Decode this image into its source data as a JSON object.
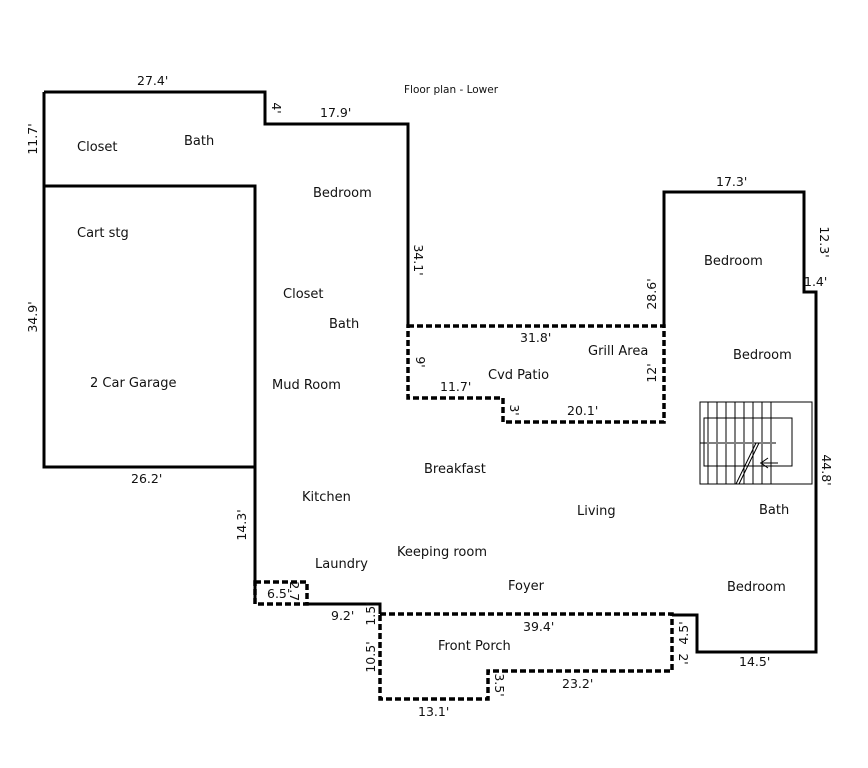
{
  "title": "Floor plan - Lower",
  "rooms": {
    "closet_1": "Closet",
    "bath_1": "Bath",
    "bedroom_1": "Bedroom",
    "cart_stg": "Cart stg",
    "closet_2": "Closet",
    "bath_2": "Bath",
    "garage": "2 Car Garage",
    "mud_room": "Mud Room",
    "cvd_patio": "Cvd Patio",
    "grill_area": "Grill Area",
    "bedroom_2": "Bedroom",
    "bedroom_3": "Bedroom",
    "breakfast": "Breakfast",
    "kitchen": "Kitchen",
    "living": "Living",
    "bath_3": "Bath",
    "laundry": "Laundry",
    "keeping_room": "Keeping room",
    "foyer": "Foyer",
    "bedroom_4": "Bedroom",
    "front_porch": "Front Porch"
  },
  "dimensions": {
    "top_left": "27.4'",
    "left_top": "11.7'",
    "step_4": "4'",
    "top_mid": "17.9'",
    "garage_side": "34.9'",
    "mid_vertical": "34.1'",
    "garage_bottom": "26.2'",
    "right_top": "17.3'",
    "right_side_top": "12.3'",
    "right_step": "1.4'",
    "right_inner": "28.6'",
    "patio_top": "31.8'",
    "patio_left": "9'",
    "patio_bottom_left": "11.7'",
    "patio_right": "12'",
    "patio_step": "3'",
    "patio_bottom": "20.1'",
    "right_side": "44.8'",
    "left_lower": "14.3'",
    "small_w": "6.5'",
    "small_h": "2.7'",
    "foyer_left": "9.2'",
    "porch_step": "1.5'",
    "porch_top": "39.4'",
    "right_bottom_step": "4.5'",
    "porch_right": "2'",
    "right_bottom": "14.5'",
    "porch_left": "10.5'",
    "porch_step2": "3.5'",
    "porch_bottom_right": "23.2'",
    "porch_bottom_left": "13.1'"
  }
}
